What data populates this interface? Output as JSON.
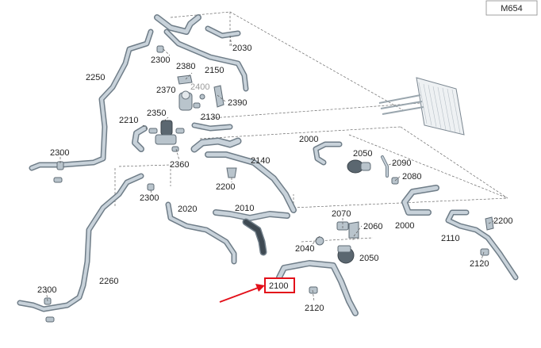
{
  "diagram_code": "M654",
  "highlight_color": "#e3101a",
  "labels": {
    "p2300_a": "2300",
    "p2380": "2380",
    "p2150": "2150",
    "p2030": "2030",
    "p2250": "2250",
    "p2370": "2370",
    "p2400": "2400",
    "p2390": "2390",
    "p2350": "2350",
    "p2210": "2210",
    "p2130": "2130",
    "p2300_b": "2300",
    "p2360": "2360",
    "p2140": "2140",
    "p2000_a": "2000",
    "p2050_a": "2050",
    "p2090": "2090",
    "p2080": "2080",
    "p2200_a": "2200",
    "p2300_c": "2300",
    "p2020": "2020",
    "p2010": "2010",
    "p2070": "2070",
    "p2060": "2060",
    "p2000_b": "2000",
    "p2200_b": "2200",
    "p2110": "2110",
    "p2120_a": "2120",
    "p2040": "2040",
    "p2050_b": "2050",
    "p2260": "2260",
    "p2300_d": "2300",
    "p2100": "2100",
    "p2120_b": "2120"
  }
}
